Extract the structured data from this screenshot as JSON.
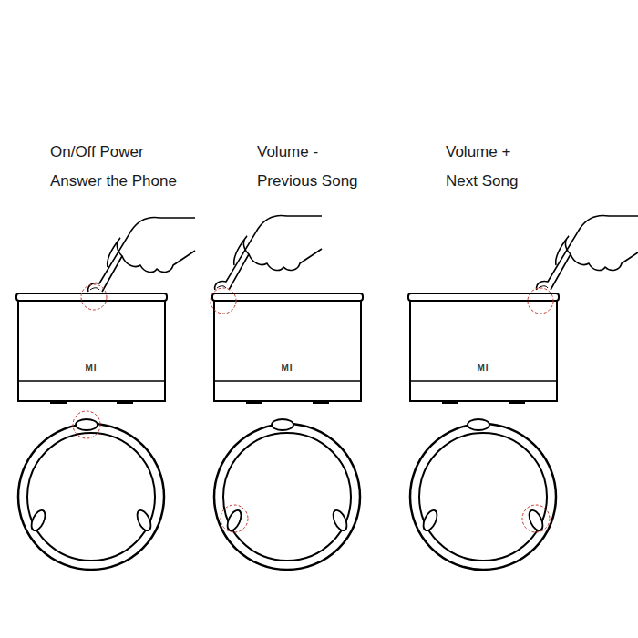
{
  "diagram": {
    "labels": [
      "On/Off Power",
      "Answer the Phone",
      "Volume -",
      "Previous Song",
      "Volume +",
      "Next Song",
      "MI",
      "MI",
      "MI"
    ]
  }
}
